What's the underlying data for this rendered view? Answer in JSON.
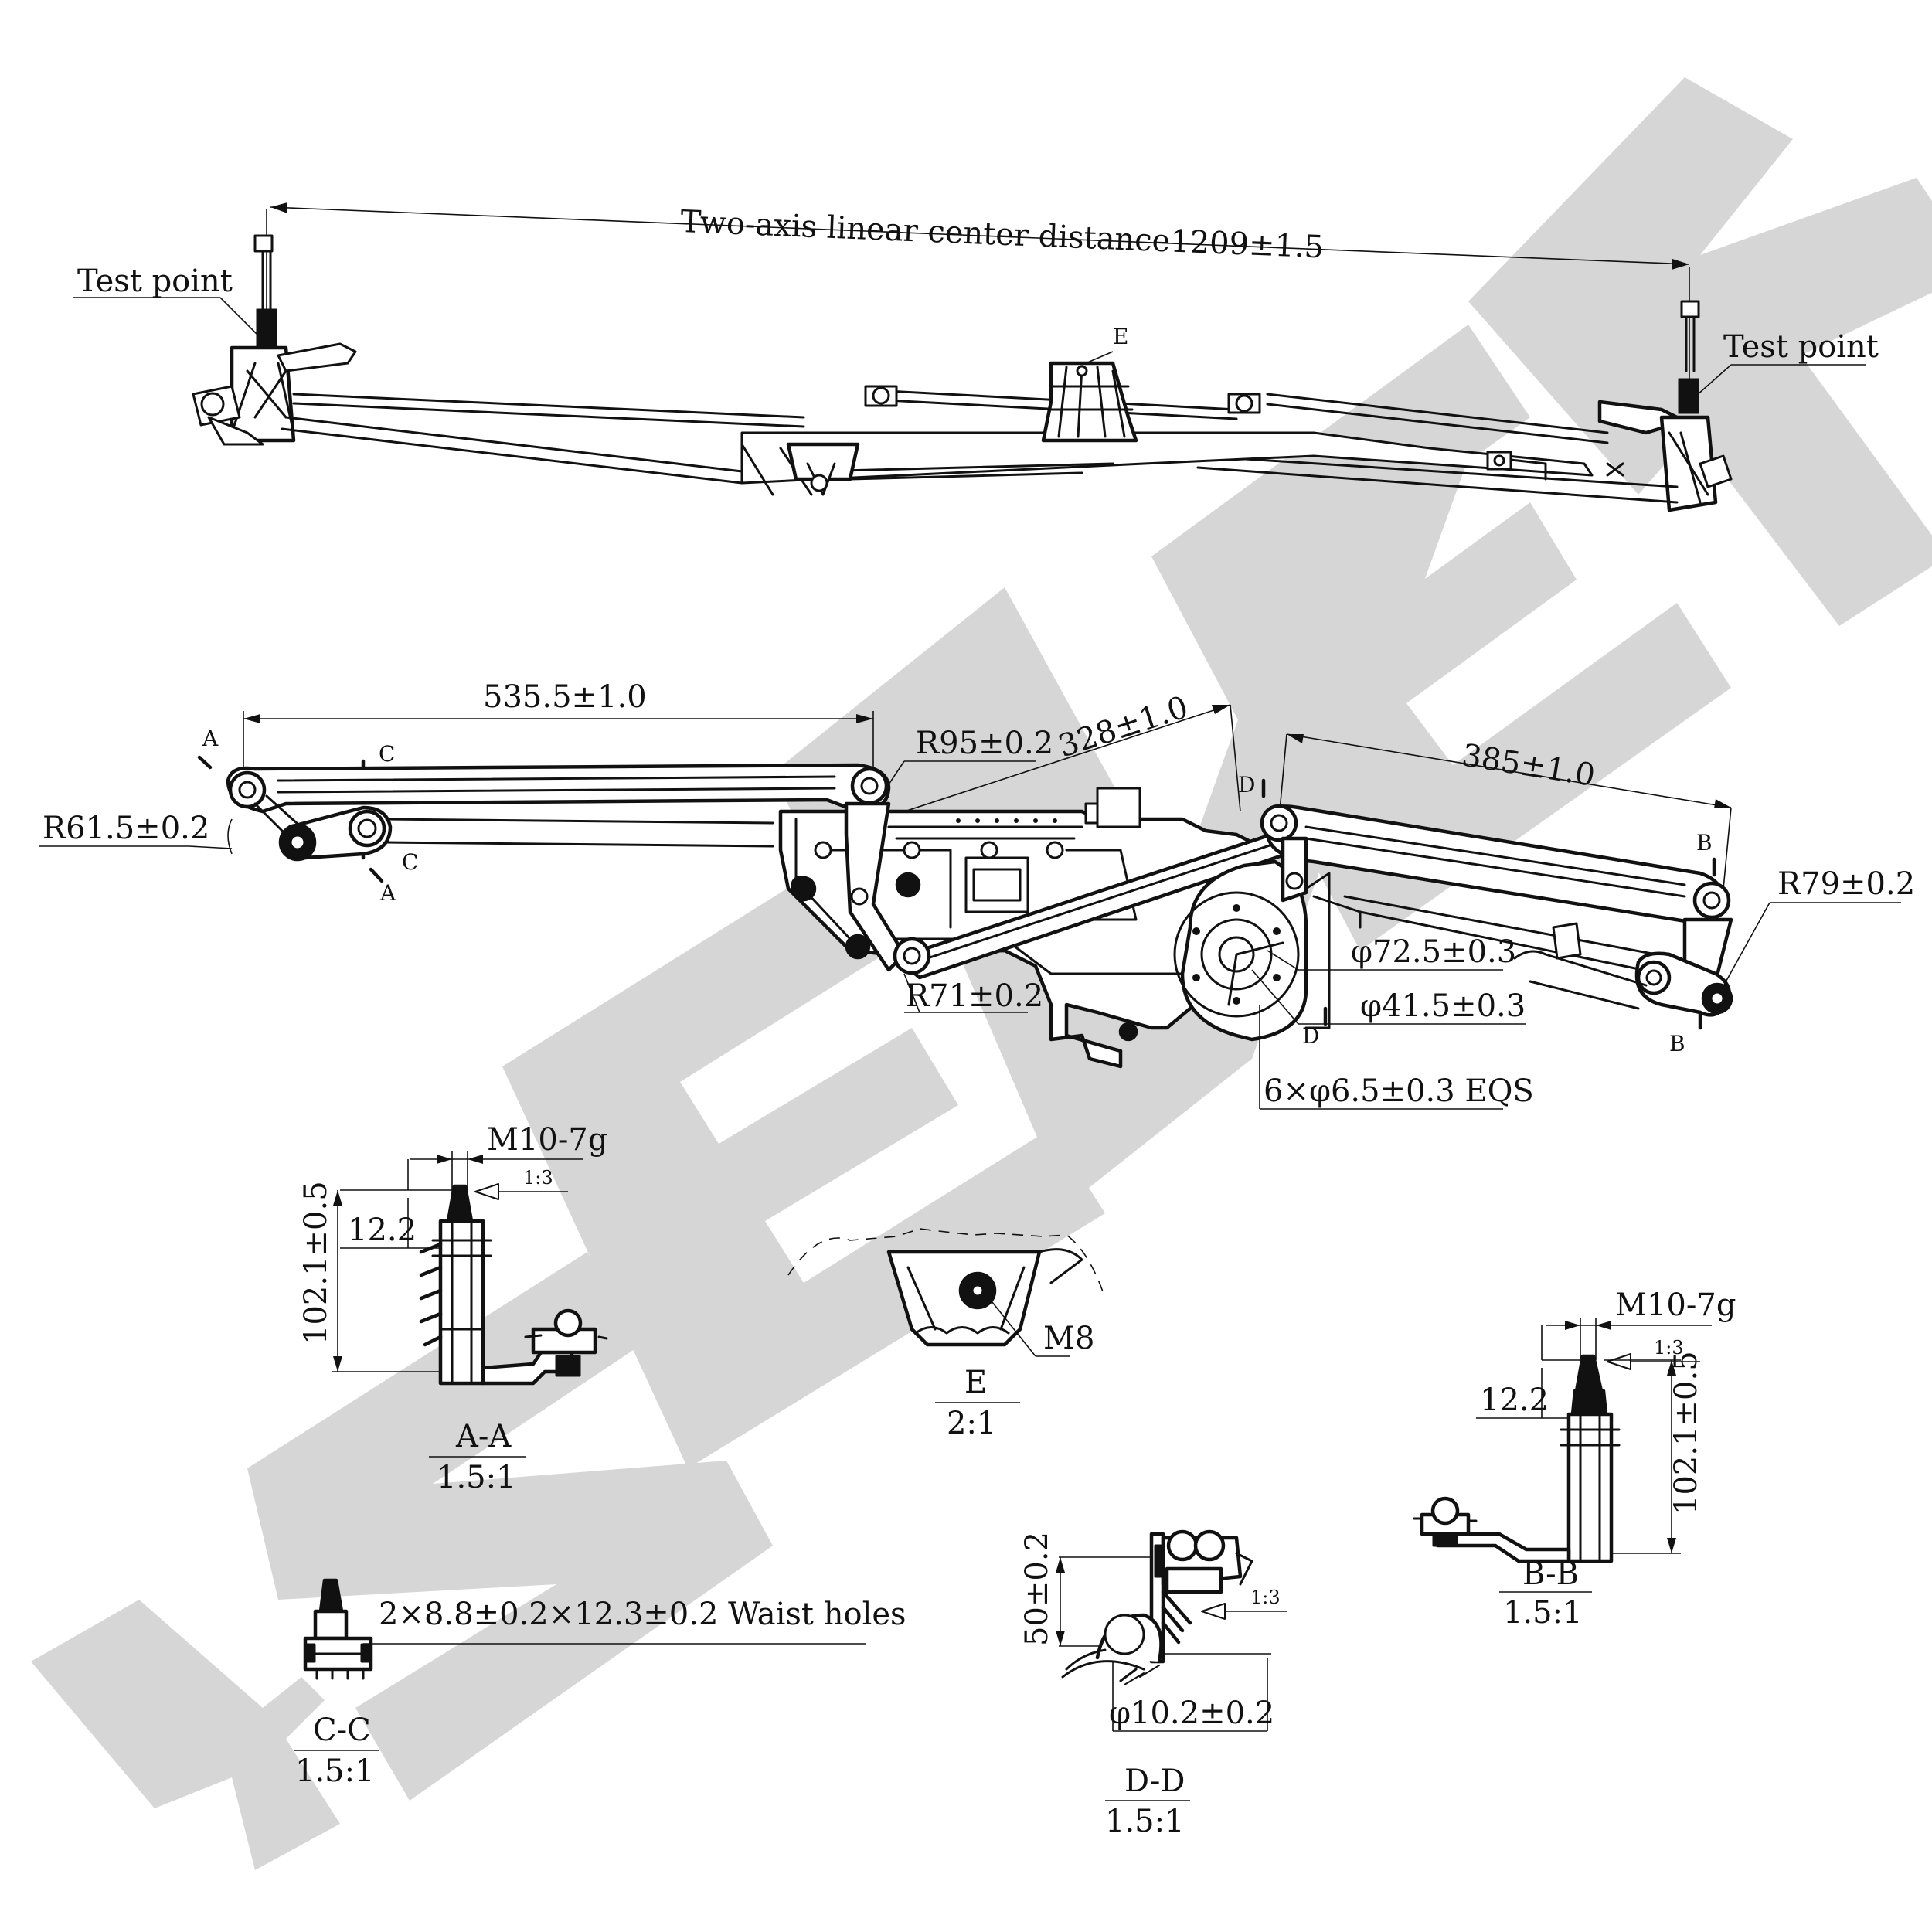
{
  "watermark": {
    "color": "#d6d6d6"
  },
  "top_view": {
    "center_distance": "Two-axis linear center distance1209±1.5",
    "test_point_left": "Test point",
    "test_point_right": "Test point",
    "detail_e_marker": "E"
  },
  "main_view": {
    "dim_left_arm": "535.5±1.0",
    "dim_crank": "328±1.0",
    "dim_right_arm": "385±1.0",
    "radius_left": "R61.5±0.2",
    "radius_r95": "R95±0.2",
    "radius_r71": "R71±0.2",
    "radius_right": "R79±0.2",
    "dia_outer": "φ72.5±0.3",
    "dia_inner": "φ41.5±0.3",
    "holes": "6×φ6.5±0.3 EQS",
    "section_a": "A",
    "section_b": "B",
    "section_c": "C",
    "section_d": "D"
  },
  "section_aa": {
    "thread": "M10-7g",
    "taper": "1:3",
    "dim_small": "12.2",
    "dim_height": "102.1±0.5",
    "title": "A-A",
    "scale": "1.5:1"
  },
  "detail_e": {
    "thread": "M8",
    "title": "E",
    "scale": "2:1"
  },
  "section_bb": {
    "thread": "M10-7g",
    "taper": "1:3",
    "dim_small": "12.2",
    "dim_height": "102.1±0.5",
    "title": "B-B",
    "scale": "1.5:1"
  },
  "section_cc": {
    "note": "2×8.8±0.2×12.3±0.2 Waist holes",
    "title": "C-C",
    "scale": "1.5:1"
  },
  "section_dd": {
    "taper": "1:3",
    "dim_height": "50±0.2",
    "dia": "φ10.2±0.2",
    "title": "D-D",
    "scale": "1.5:1"
  }
}
